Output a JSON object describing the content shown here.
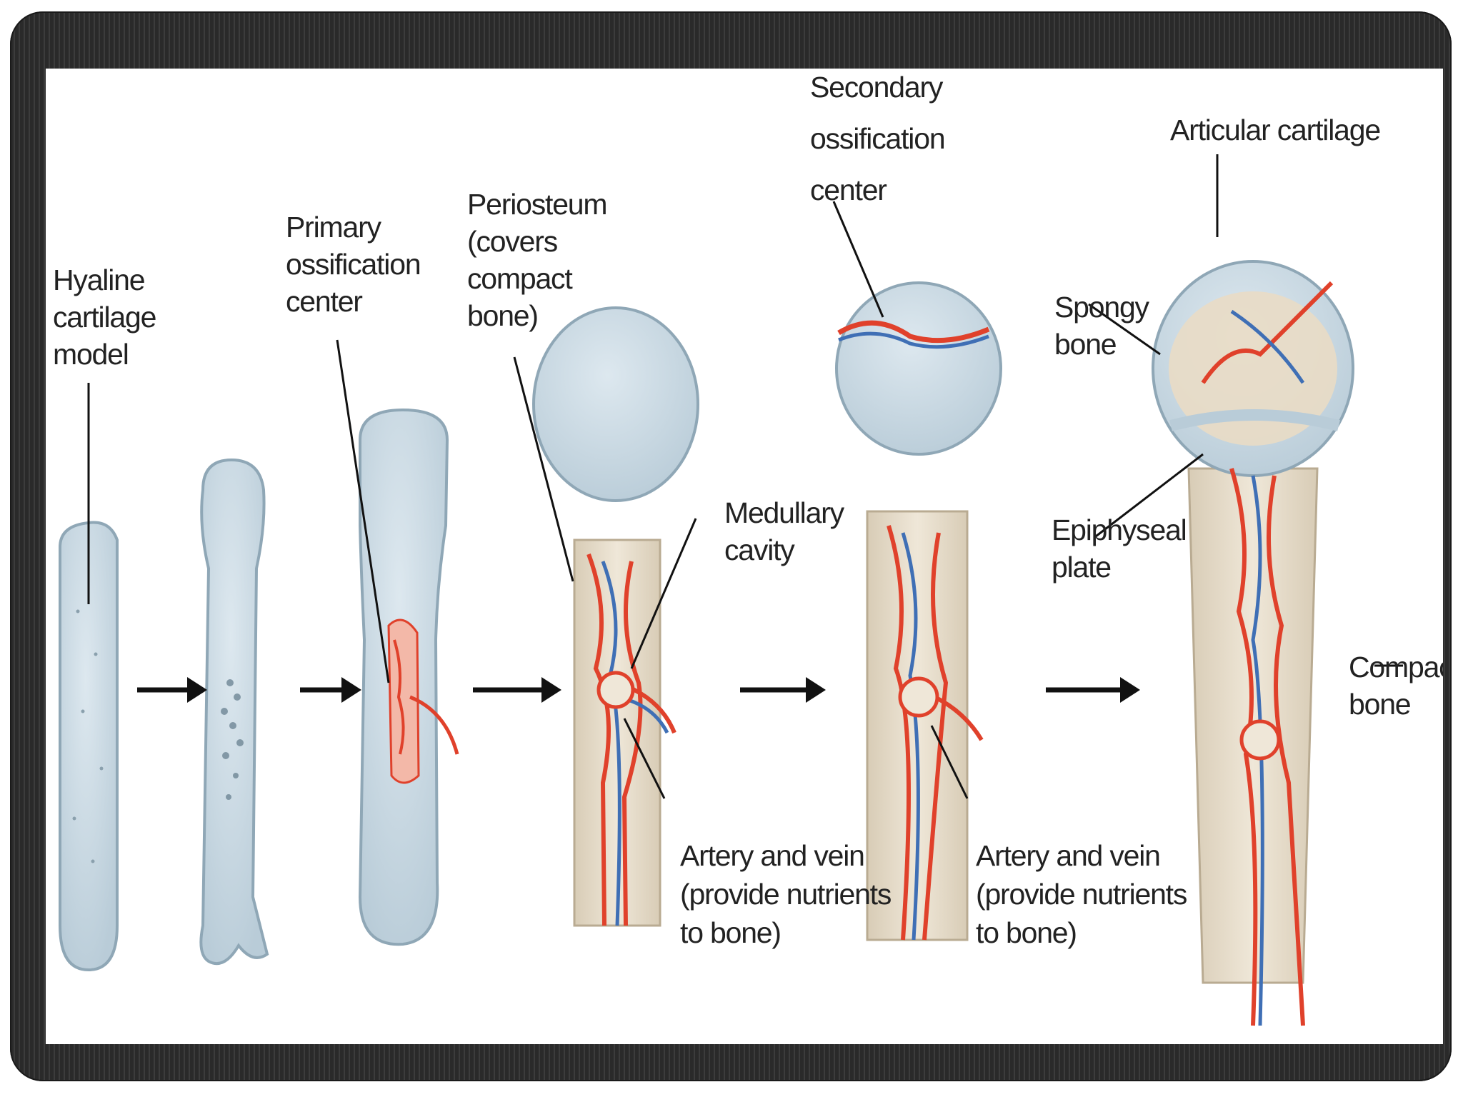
{
  "labels": {
    "hyaline": [
      "Hyaline",
      "cartilage",
      "model"
    ],
    "primary": [
      "Primary",
      "ossification",
      "center"
    ],
    "periosteum": [
      "Periosteum",
      "(covers",
      "compact",
      "bone)"
    ],
    "medullary": [
      "Medullary",
      "cavity"
    ],
    "artery_vein_1": [
      "Artery and vein",
      "(provide nutrients",
      "to bone)"
    ],
    "secondary": [
      "Secondary",
      "ossification",
      "center"
    ],
    "artery_vein_2": [
      "Artery and vein",
      "(provide nutrients",
      "to bone)"
    ],
    "articular": [
      "Articular cartilage"
    ],
    "spongy": [
      "Spongy",
      "bone"
    ],
    "epiphyseal": [
      "Epiphyseal",
      "plate"
    ],
    "compact": [
      "Compact",
      "bone"
    ]
  },
  "colors": {
    "frame": "#2a2a2a",
    "cartilage": "#c9d9e3",
    "cartilage_edge": "#8fa7b6",
    "bone": "#e6dccb",
    "artery": "#e0412b",
    "vein": "#3f6fb5",
    "text": "#222222"
  }
}
